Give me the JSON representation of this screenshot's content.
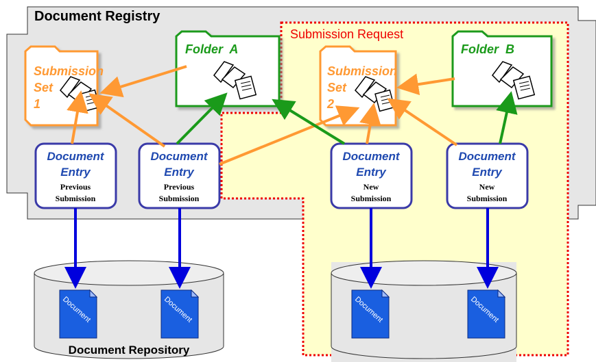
{
  "registry": {
    "title": "Document Registry"
  },
  "submission_request": {
    "label": "Submission Request"
  },
  "folders": [
    {
      "label": "Folder  A"
    },
    {
      "label": "Folder  B"
    }
  ],
  "submission_sets": [
    {
      "lines": [
        "Submission",
        "Set",
        "1"
      ]
    },
    {
      "lines": [
        "Submission",
        "Set",
        "2"
      ]
    }
  ],
  "document_entries": [
    {
      "title": [
        "Document",
        "Entry"
      ],
      "status": [
        "Previous",
        "Submission"
      ]
    },
    {
      "title": [
        "Document",
        "Entry"
      ],
      "status": [
        "Previous",
        "Submission"
      ]
    },
    {
      "title": [
        "Document",
        "Entry"
      ],
      "status": [
        "New",
        "Submission"
      ]
    },
    {
      "title": [
        "Document",
        "Entry"
      ],
      "status": [
        "New",
        "Submission"
      ]
    }
  ],
  "repositories": [
    {
      "label": "Document Repository"
    },
    {
      "label": ""
    }
  ],
  "document_icon_label": "Document",
  "colors": {
    "orange": "#ff9933",
    "green": "#1a9a1a",
    "blue": "#0000dd",
    "red": "#ee0000",
    "registry_fill": "#e6e6e6",
    "request_fill": "#ffffcc",
    "folder_fill": "#ffffff",
    "entry_text": "#1f49b0"
  }
}
